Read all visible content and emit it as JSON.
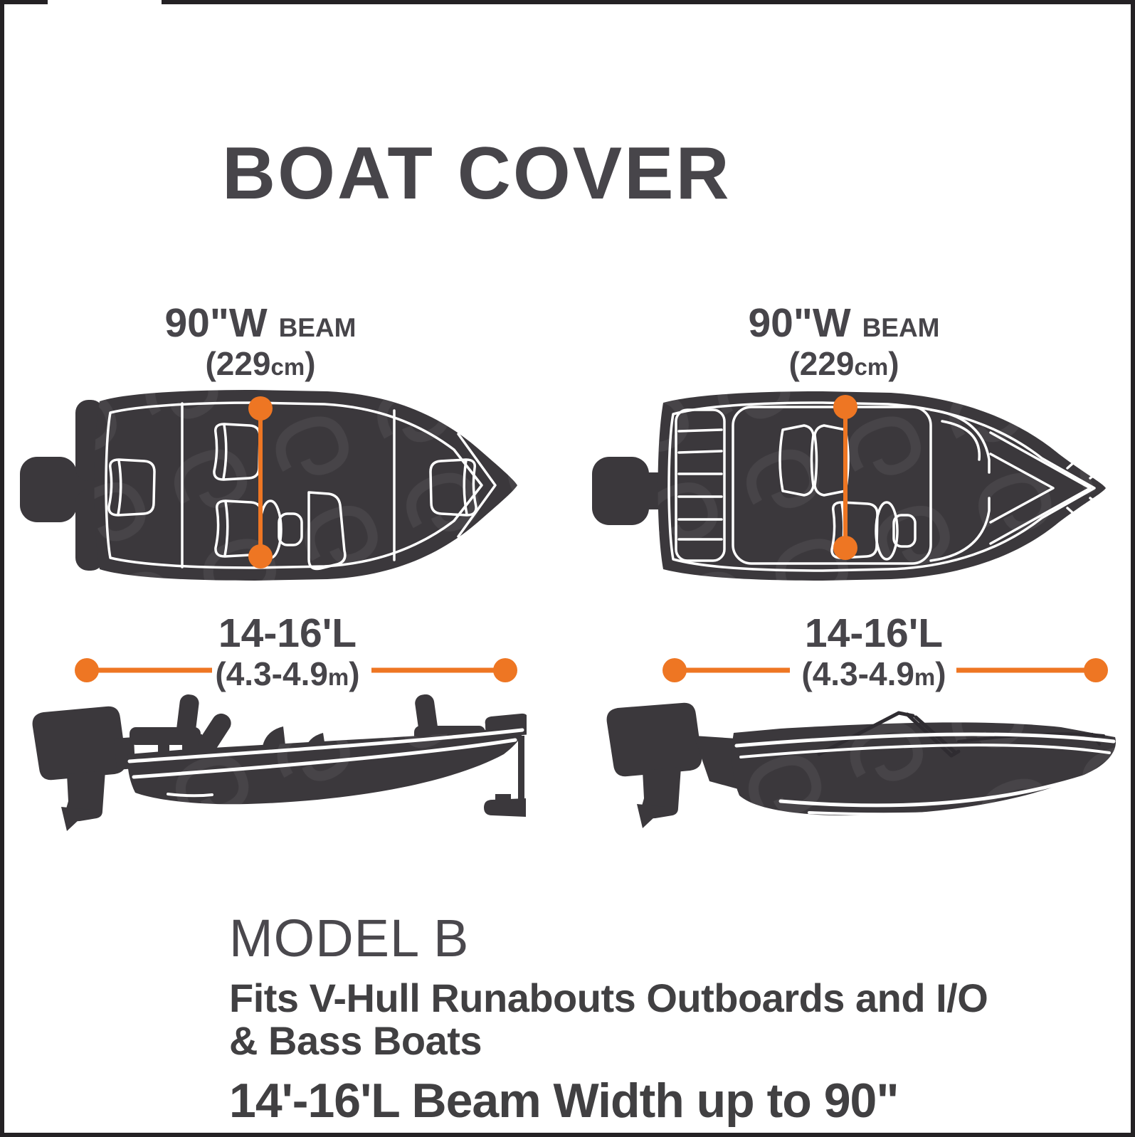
{
  "title": "BOAT COVER",
  "colors": {
    "accent_orange": "#ee7623",
    "boat_fill": "#3b383c",
    "heading_text": "#47454a",
    "body_text": "#414042",
    "frame_black": "#242124",
    "outline_white": "#ffffff"
  },
  "measurements": {
    "beam_left": {
      "primary": "90\"W",
      "secondary": "BEAM",
      "metric_open": "(229",
      "metric_small": "cm",
      "metric_close": ")"
    },
    "beam_right": {
      "primary": "90\"W",
      "secondary": "BEAM",
      "metric_open": "(229",
      "metric_small": "cm",
      "metric_close": ")"
    },
    "length_left": {
      "primary": "14-16'L",
      "metric_open": "(4.3-4.9",
      "metric_small": "m",
      "metric_close": ")"
    },
    "length_right": {
      "primary": "14-16'L",
      "metric_open": "(4.3-4.9",
      "metric_small": "m",
      "metric_close": ")"
    }
  },
  "boats": {
    "top_left": "bass-boat-top-view",
    "top_right": "v-hull-runabout-top-view",
    "side_left": "bass-boat-side-view",
    "side_right": "v-hull-runabout-side-view"
  },
  "footer": {
    "model": "MODEL B",
    "fits_line1": "Fits V-Hull Runabouts Outboards and I/O",
    "fits_line2": "& Bass Boats",
    "size": "14'-16'L Beam Width up to 90\""
  }
}
